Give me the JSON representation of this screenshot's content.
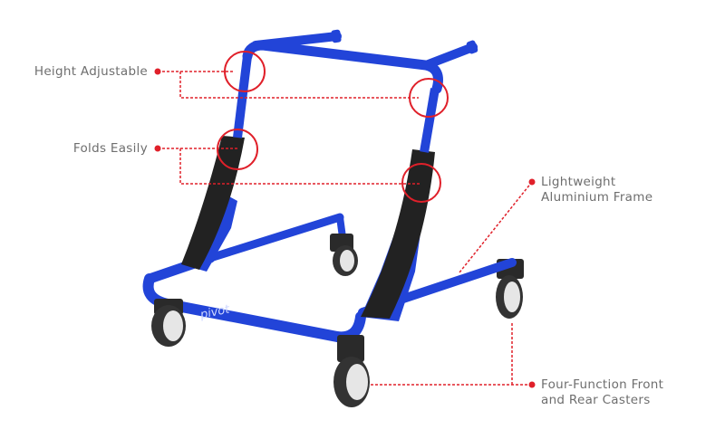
{
  "annotations": {
    "height_adjustable": "Height Adjustable",
    "folds_easily": "Folds Easily",
    "frame_line1": "Lightweight",
    "frame_line2": "Aluminium Frame",
    "casters_line1": "Four-Function Front",
    "casters_line2": "and Rear Casters"
  },
  "product": {
    "brand_mark": "pivot"
  },
  "colors": {
    "frame_blue": "#2244d8",
    "sleeve_black": "#222222",
    "annotation_red": "#e0202a",
    "label_gray": "#6e6e6e"
  }
}
